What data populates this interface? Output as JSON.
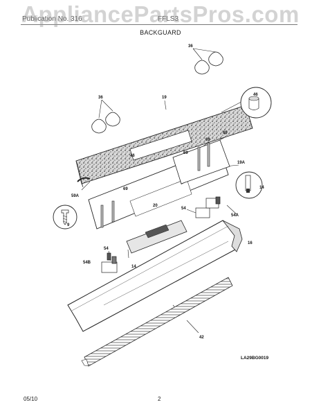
{
  "watermark": "AppliancePartsPros.com",
  "header": {
    "left": "Publication No. 316",
    "right": "FFLS3"
  },
  "subtitle": "BACKGUARD",
  "callouts": {
    "c36a": "36",
    "c36b": "36",
    "c19": "19",
    "c46a": "46",
    "c46b": "46",
    "c69a": "69",
    "c69b": "69",
    "c69c": "69",
    "c69d": "69",
    "c19a": "19A",
    "c59a": "59A",
    "c14a": "14",
    "c14b": "14",
    "c9": "9",
    "c20": "20",
    "c54a": "54",
    "c54b": "54",
    "c54ba": "54B",
    "c54aa": "54A",
    "c16": "16",
    "c42": "42"
  },
  "figure_code": "LA29BG0019",
  "footer": {
    "date": "05/10",
    "page": "2"
  }
}
